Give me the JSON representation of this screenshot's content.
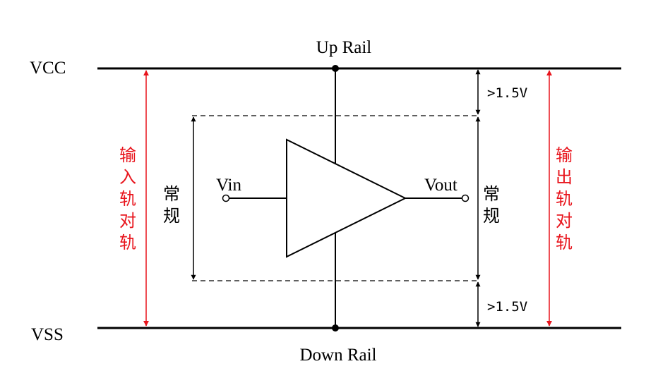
{
  "rails": {
    "vcc_label": "VCC",
    "vss_label": "VSS",
    "up_rail_label": "Up Rail",
    "down_rail_label": "Down Rail"
  },
  "opamp": {
    "input_label": "Vin",
    "output_label": "Vout"
  },
  "ranges": {
    "normal_input_chars": [
      "常",
      "规"
    ],
    "normal_output_chars": [
      "常",
      "规"
    ],
    "input_rail_to_rail_chars": [
      "输",
      "入",
      "轨",
      "对",
      "轨"
    ],
    "output_rail_to_rail_chars": [
      "输",
      "出",
      "轨",
      "对",
      "轨"
    ],
    "top_margin_label": ">1.5V",
    "bottom_margin_label": ">1.5V"
  },
  "colors": {
    "line": "#000000",
    "rail_to_rail": "#e8141c",
    "background": "#ffffff"
  }
}
